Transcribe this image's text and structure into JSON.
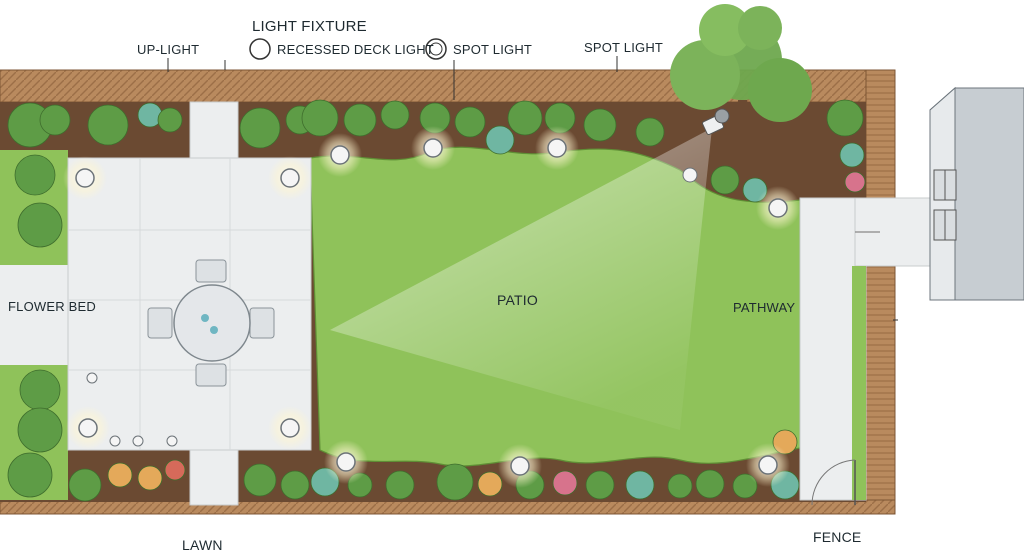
{
  "labels": {
    "light_fixture": "LIGHT FIXTURE",
    "up_light": "UP-LIGHT",
    "recessed_deck_light": "RECESSED DECK LIGHT",
    "spot_light_1": "SPOT LIGHT",
    "spot_light_2": "SPOT LIGHT",
    "flower_bed": "FLOWER BED",
    "patio": "PATIO",
    "pathway": "PATHWAY",
    "lawn": "LAWN",
    "fence": "FENCE"
  },
  "colors": {
    "deck_wood": "#b98a5e",
    "mulch": "#6b4a32",
    "lawn_green": "#8fc25a",
    "patio_paving": "#eceeef",
    "shrub_green": "#5e9c46",
    "light_glow": "#fff6d0"
  }
}
